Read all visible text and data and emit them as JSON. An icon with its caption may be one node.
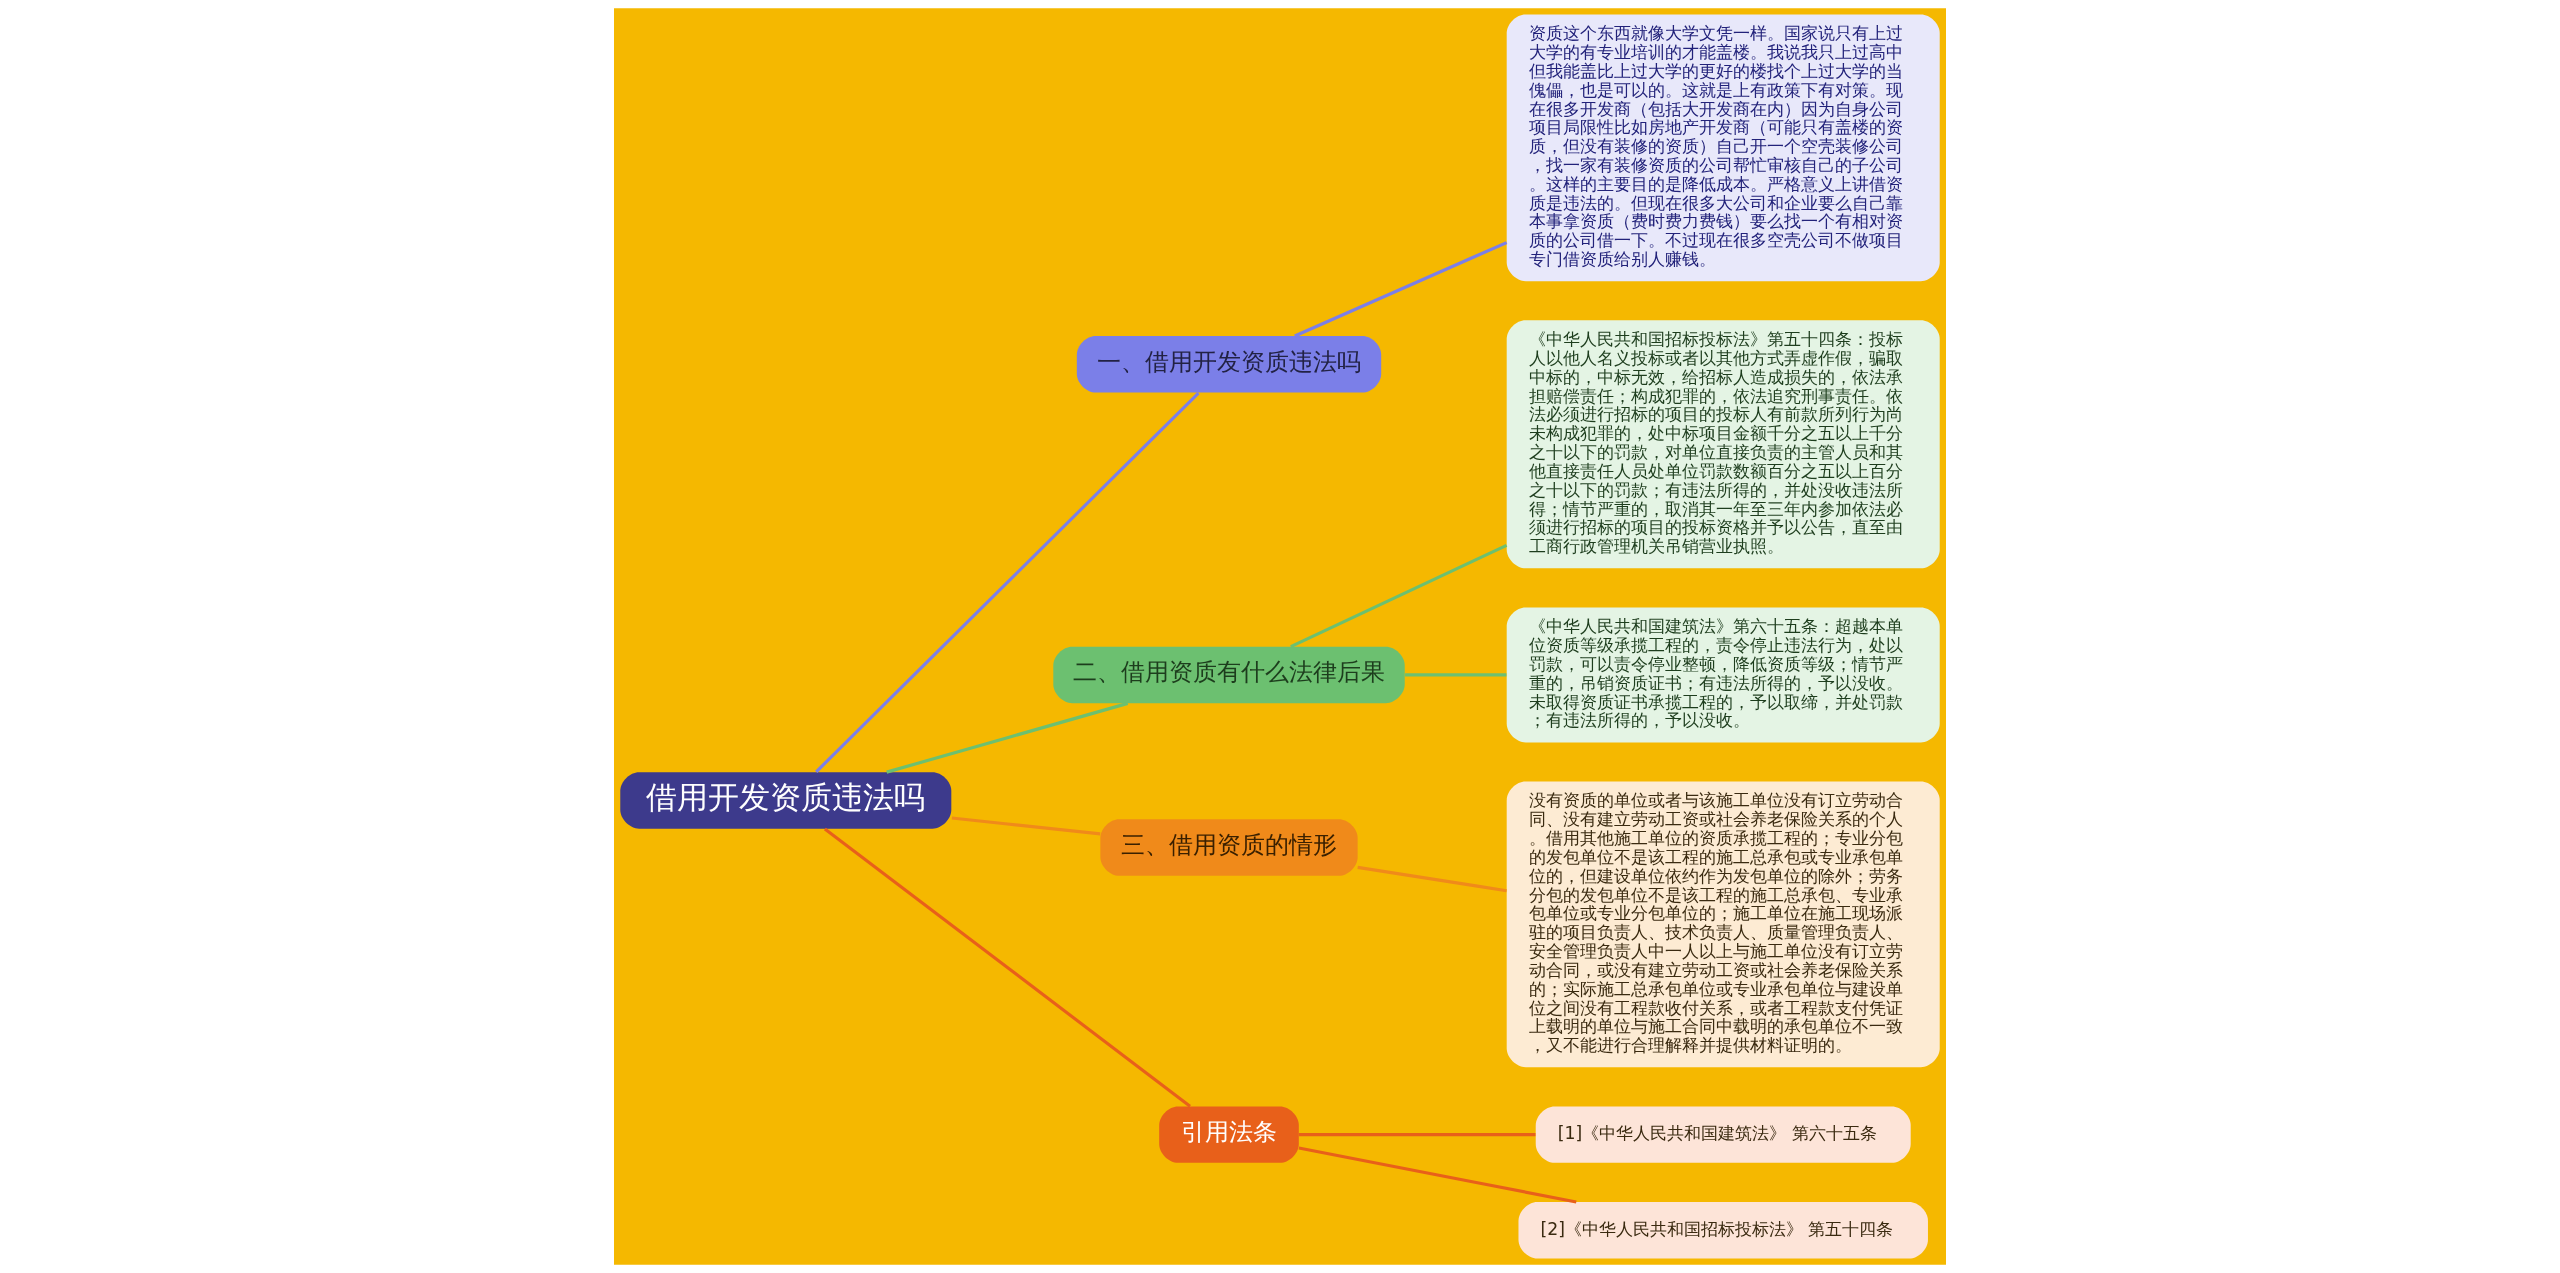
{
  "diagram": {
    "nodes": [
      {
        "text": [
          "借用开发资质违法吗"
        ]
      },
      {
        "text": [
          "一、借用开发资质违法吗"
        ]
      },
      {
        "text": [
          "资质这个东西就像大学文凭一样。国家说只有上过大学的有专业培训的才能盖楼。我说我只上过高中但我能盖比上过大学的更好的楼找个上过大学的当傀儡，也是可以的。这就是上有政策下有对策。现在很多开发商（包括大开发商在内）因为自身公司项目局限性比如房地产开发商（可能只有盖楼的资质，但没有装修的资质）自己开一个空壳装修公司，找一家有装修资质的公司帮忙审核自己的子公司。这样的主要目的是降低成本。严格意义上讲借资质是违法的。但现在很多大公司和企业要么自己靠本事拿资质（费时费力费钱）要么找一个有相对资质的公司借一下。不过现在很多空壳公司不做项目专门借资质给别人赚钱。"
        ]
      },
      {
        "text": [
          "二、借用资质有什么法律后果"
        ]
      },
      {
        "text": [
          "《中华人民共和国招标投标法》第五十四条：投标人以他人名义投标或者以其他方式弄虚作假，骗取中标的，中标无效，给招标人造成损失的，依法承担赔偿责任；构成犯罪的，依法追究刑事责任。依法必须进行招标的项目的投标人有前款所列行为尚未构成犯罪的，处中标项目金额千分之五以上千分之十以下的罚款，对单位直接负责的主管人员和其他直接责任人员处单位罚款数额百分之五以上百分之十以下的罚款；有违法所得的，并处没收违法所得；情节严重的，取消其一年至三年内参加依法必须进行招标的项目的投标资格并予以公告，直至由工商行政管理机关吊销营业执照。"
        ]
      },
      {
        "text": [
          "《中华人民共和国建筑法》第六十五条：超越本单位资质等级承揽工程的，责令停止违法行为，处以罚款，可以责令停业整顿，降低资质等级；情节严重的，吊销资质证书；有违法所得的，予以没收。未取得资质证书承揽工程的，予以取缔，并处罚款；有违法所得的，予以没收。"
        ]
      },
      {
        "text": [
          "三、借用资质的情形"
        ]
      },
      {
        "text": [
          "没有资质的单位或者与该施工单位没有订立劳动合同、没有建立劳动工资或社会养老保险关系的个人。借用其他施工单位的资质承揽工程的；专业分包的发包单位不是该工程的施工总承包或专业承包单位的，但建设单位依约作为发包单位的除外；劳务分包的发包单位不是该工程的施工总承包、专业承包单位或专业分包单位的；施工单位在施工现场派驻的项目负责人、技术负责人、质量管理负责人、安全管理负责人中一人以上与施工单位没有订立劳动合同，或没有建立劳动工资或社会养老保险关系的；实际施工总承包单位或专业承包单位与建设单位之间没有工程款收付关系，或者工程款支付凭证上载明的单位与施工合同中载明的承包单位不一致，又不能进行合理解释并提供材料证明的。"
        ]
      },
      {
        "text": [
          "引用法条"
        ]
      },
      {
        "text": [
          "[1]《中华人民共和国建筑法》 第六十五条"
        ]
      },
      {
        "text": [
          "[2]《中华人民共和国招标投标法》 第五十四条"
        ]
      }
    ],
    "edges": [
      {
        "from": 0,
        "to": 1,
        "arrow": "none",
        "color": "#7b7fe8"
      },
      {
        "from": 1,
        "to": 2,
        "arrow": "none",
        "color": "#7b7fe8"
      },
      {
        "from": 0,
        "to": 3,
        "arrow": "none",
        "color": "#6cc070"
      },
      {
        "from": 3,
        "to": 4,
        "arrow": "none",
        "color": "#6cc070"
      },
      {
        "from": 3,
        "to": 5,
        "arrow": "none",
        "color": "#6cc070"
      },
      {
        "from": 0,
        "to": 6,
        "arrow": "none",
        "color": "#f08a1a"
      },
      {
        "from": 6,
        "to": 7,
        "arrow": "none",
        "color": "#f08a1a"
      },
      {
        "from": 0,
        "to": 8,
        "arrow": "none",
        "color": "#e8601a"
      },
      {
        "from": 8,
        "to": 9,
        "arrow": "none",
        "color": "#e8601a"
      },
      {
        "from": 8,
        "to": 10,
        "arrow": "none",
        "color": "#e8601a"
      }
    ]
  }
}
